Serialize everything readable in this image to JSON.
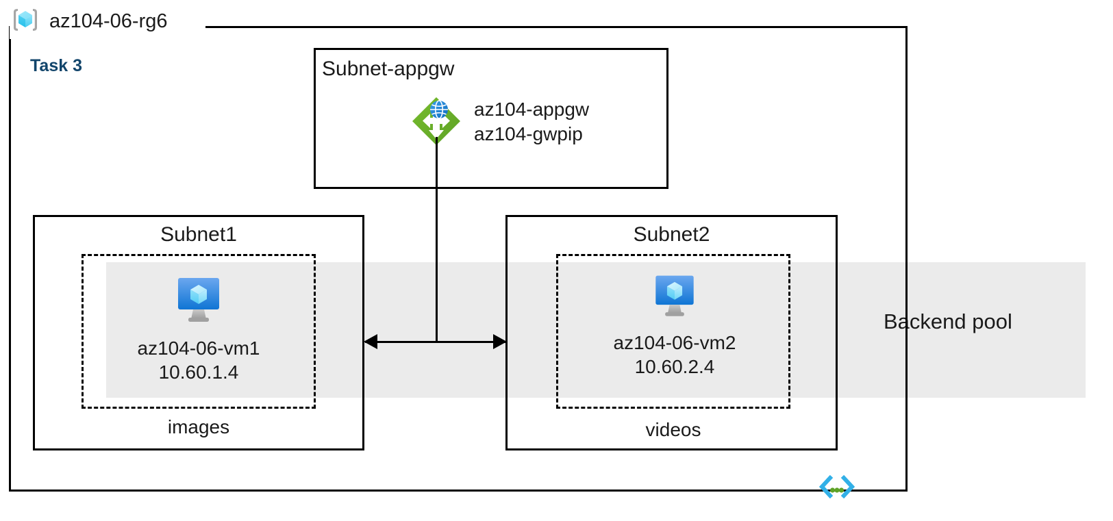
{
  "diagram": {
    "resource_group": {
      "name": "az104-06-rg6",
      "icon": "resource-group-icon"
    },
    "task": {
      "label": "Task 3",
      "color": "#12456b"
    },
    "backend_pool": {
      "label": "Backend pool",
      "fill_color": "#ebebeb"
    },
    "vnet_icon": {
      "icon": "virtual-network-icon",
      "bracket_color": "#32b0e7",
      "dot_color": "#5ea226"
    },
    "subnets": [
      {
        "name": "Subnet-appgw",
        "resources": [
          {
            "icon": "application-gateway-icon",
            "lines": [
              "az104-appgw",
              "az104-gwpip"
            ]
          }
        ]
      },
      {
        "name": "Subnet1",
        "vm": {
          "icon": "virtual-machine-icon",
          "name": "az104-06-vm1",
          "ip": "10.60.1.4"
        },
        "app": "images"
      },
      {
        "name": "Subnet2",
        "vm": {
          "icon": "virtual-machine-icon",
          "name": "az104-06-vm2",
          "ip": "10.60.2.4"
        },
        "app": "videos"
      }
    ]
  }
}
